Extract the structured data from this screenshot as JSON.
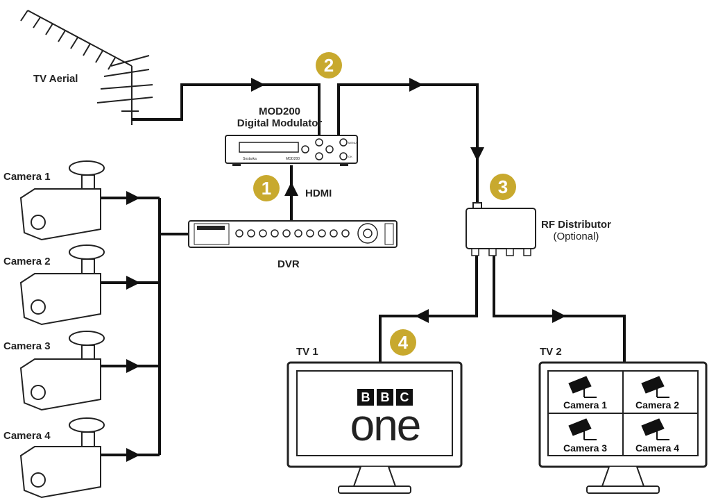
{
  "labels": {
    "tv_aerial": "TV Aerial",
    "modulator_line1": "MOD200",
    "modulator_line2": "Digital Modulator",
    "hdmi": "HDMI",
    "dvr": "DVR",
    "rf_distributor": "RF Distributor",
    "rf_optional": "(Optional)",
    "tv1": "TV 1",
    "tv2": "TV 2",
    "camera1": "Camera 1",
    "camera2": "Camera 2",
    "camera3": "Camera 3",
    "camera4": "Camera 4"
  },
  "badges": [
    "1",
    "2",
    "3",
    "4"
  ],
  "tv1_screen": {
    "logo_letters": [
      "B",
      "B",
      "C"
    ],
    "logo_word": "one"
  },
  "tv2_screen": {
    "cells": [
      "Camera 1",
      "Camera 2",
      "Camera 3",
      "Camera 4"
    ]
  },
  "device_text": {
    "modulator_brand": "Sostarka",
    "modulator_model": "MOD200",
    "modulator_menu": "MENU",
    "modulator_ok": "OK"
  },
  "colors": {
    "line": "#111111",
    "badge": "#c8a92e"
  }
}
